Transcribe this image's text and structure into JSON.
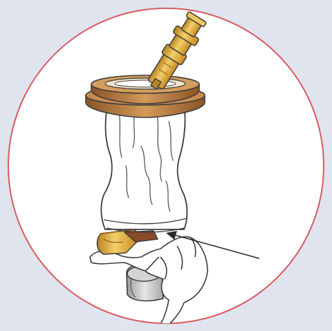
{
  "figure": {
    "background_color": "#dfe4ef",
    "circle_fill": "#ffffff",
    "circle_border_color": "#d9595e",
    "line_color": "#3c3c3c",
    "parts": [
      {
        "name": "connector-fitting",
        "color": "#e6b336"
      },
      {
        "name": "top-flange-ring",
        "color": "#b8743a"
      },
      {
        "name": "rubber-sleeve-boot",
        "color": "#ffffff"
      },
      {
        "name": "bottom-clamp-bracket",
        "color": "#dca53a"
      },
      {
        "name": "grey-sleeve-part",
        "color": "#c8c8c8"
      }
    ],
    "pointer_arrow": {
      "target": "bottom-clamp-bracket",
      "color": "#2b2b2b"
    }
  }
}
